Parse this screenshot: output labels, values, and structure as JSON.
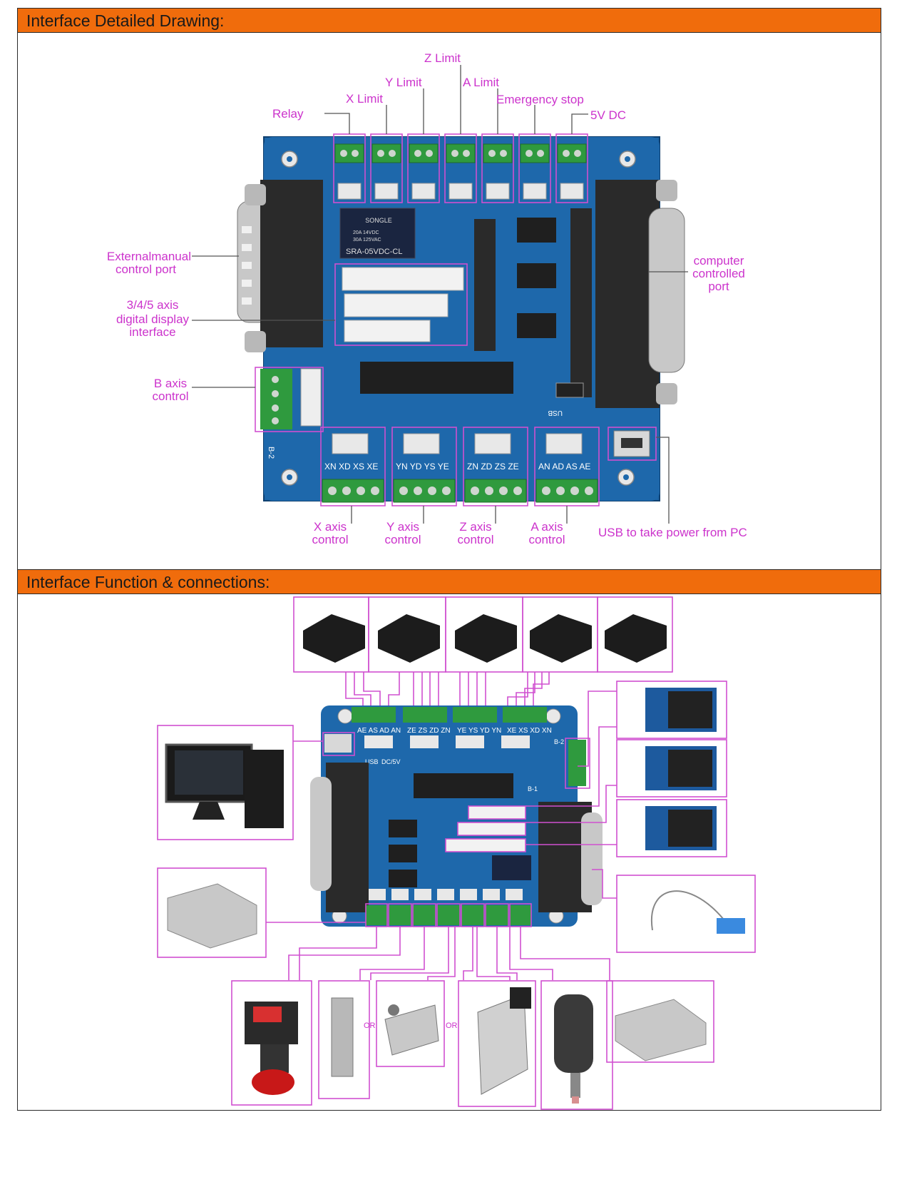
{
  "sections": {
    "detailed_title": "Interface Detailed Drawing:",
    "function_title": "Interface Function & connections:"
  },
  "labels": {
    "relay": "Relay",
    "x_limit": "X Limit",
    "y_limit": "Y Limit",
    "z_limit": "Z Limit",
    "a_limit": "A Limit",
    "emergency_stop": "Emergency stop",
    "dc_5v": "5V DC",
    "external_manual_1": "Externalmanual",
    "external_manual_2": "control port",
    "digital_display_1": "3/4/5 axis",
    "digital_display_2": "digital display",
    "digital_display_3": "interface",
    "b_axis_1": "B axis",
    "b_axis_2": "control",
    "computer_port_1": "computer",
    "computer_port_2": "controlled",
    "computer_port_3": "port",
    "x_axis_1": "X axis",
    "x_axis_2": "control",
    "y_axis_1": "Y axis",
    "y_axis_2": "control",
    "z_axis_1": "Z axis",
    "z_axis_2": "control",
    "a_axis_1": "A axis",
    "a_axis_2": "control",
    "usb_power": "USB to take power from PC"
  },
  "board_print": {
    "relay_brand": "SONGLE",
    "relay_spec_1": "20A 14VDC",
    "relay_spec_2": "30A 125VAC",
    "relay_model": "SRA-05VDC-CL",
    "usb": "USB",
    "dc5v": "DC/5V",
    "b2": "B-2",
    "b1": "B-1",
    "x_pins": "XN XD XS XE",
    "y_pins": "YN YD YS YE",
    "z_pins": "ZN ZD ZS ZE",
    "a_pins": "AN AD AS AE",
    "top_pins_left": "AE AS AD AN",
    "top_pins_mid1": "ZE ZS ZD ZN",
    "top_pins_mid2": "YE YS YD YN",
    "top_pins_right": "XE XS XD XN"
  },
  "or_labels": {
    "or1": "OR",
    "or2": "OR"
  },
  "colors": {
    "header_orange": "#f06c0c",
    "label_magenta": "#cc33cc",
    "board_blue": "#1d66a8",
    "terminal_green": "#2f9a3e"
  }
}
